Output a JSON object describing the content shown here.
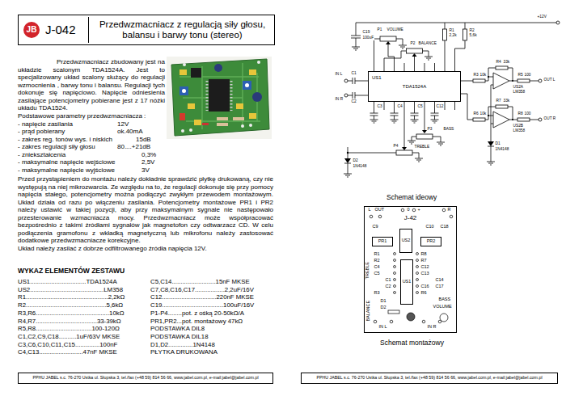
{
  "diagram": {
    "title": "Przedwzmacniacz z regulacją siły głosu, balansu i barwy tonu (stereo)",
    "nodes": [
      {
        "text": [
          "J-042"
        ]
      },
      {
        "text": [
          "JB"
        ],
        "in": 0
      },
      {
        "text": [
          "PPHU JABEL s.c. 76-270 Ustka ul. Słupska 3, tel./fax (+48 59) 814 56 66, www.jabel.com.pl, e-mail:jabel@jabel.com.pl"
        ]
      },
      {
        "text": [
          "US1",
          "TDA1524A"
        ]
      },
      {
        "text": [
          "J-42"
        ]
      },
      {
        "text": [
          "US2"
        ],
        "in": 4
      },
      {
        "text": [
          "PR1"
        ],
        "in": 4
      },
      {
        "text": [
          "PR2"
        ],
        "in": 4
      },
      {
        "text": [
          "US1"
        ],
        "in": 4
      },
      {
        "text": [
          "PPHU JABEL s.c. 76-270 Ustka ul. Słupska 3, tel./fax (+48 59) 814 56 66, www.jabel.com.pl, e-mail:jabel@jabel.com.pl"
        ]
      }
    ],
    "labels": [
      "Przedwzmacniacz zbudowany jest na układzie scalonym TDA1524A. Jest to specjalizowany układ scalony służący do regulacji wzmocnienia , barwy tonu i balansu. Regulacji tych dokonuje się napięciowo. Napięcie odniesienia zasilające potencjometry pobierane jest z 17 nóżki układu TDA1524.",
      "Podstawowe parametry przedwzmacniacza :",
      "- napięcie zasilania",
      "12V",
      "- prąd pobierany",
      "ok.40mA",
      "- zakres reg. tonów wys. i niskich",
      "15dB",
      "- zakres regulacji siły głosu",
      "80....+21dB",
      "- zniekształcenia",
      "0,3%",
      "- maksymalne napięcie wejściowe",
      "2,5V",
      "- maksymalne napięcie wyjściowe",
      "3V",
      "Przed przystąpieniem do montażu należy dokładnie sprawdzić płytkę drukowaną, czy nie występują na niej mikrozwarcia. Ze względu na to, że regulacji dokonuje się przy pomocy napięcia stałego, potencjometry można podłączyć zwykłym przewodem montażowym. Układ działa od razu po włączeniu zasilania. Potencjometry montażowe PR1 i PR2 należy ustawić w takiej pozycji, aby przy maksymalnym sygnale nie następowało przesterowanie wzmacniacza mocy. Przedwzmacniacz może współpracować bezpośrednio z takimi źródłami sygnałów jak magnetofon czy odtwarzacz CD. W celu podłączenia gramofonu z wkładką magnetyczną lub mikrofonu należy zastosować dodatkowe przedwzmacniacze korekcyjne.",
      "Układ należy zasilać z dobrze odfiltrowanego źródła napięcia 12V.",
      "WYKAZ ELEMENTÓW ZESTAWU",
      "US1................................TDA1524A",
      "US2..........................................LM358",
      "R1...............................................2,2kΩ",
      "R2..............................................5,6kΩ",
      "R3,R6..........................................10kΩ",
      "R4,R7...................................33-39kΩ",
      "R5,R8................................100-120Ω",
      "C1,C2,C9,C18..........1uF/63V MKSE",
      "C3,C6,C10,C11,C15..............100nF",
      "C4,C13.........................47nF MKSE",
      "C5,C14.........................15nF MKSE",
      "C7,C8,C16,C17.................2,2uF/16V",
      "C12...............................220nF MKSE",
      "C19...................................100uF/16V",
      "P1-P4........pot. z ośką 20-50kΩ/A",
      "PR1,PR2...pot. montażowy 47kΩ",
      "PODSTAWKA DIL8",
      "PODSTAWKA DIL18",
      "D1,D2..............1N4148",
      "PŁYTKA DRUKOWANA",
      "Schemat ideowy",
      "Schemat montażowy",
      "P1",
      "VOLUME",
      "P2",
      "BALANCE",
      "P3",
      "BASS",
      "P4",
      "TREBLE",
      "US2A",
      "LM358",
      "US2B",
      "LM358",
      "OUT L",
      "OUT R",
      "IN L",
      "IN R",
      "+12V",
      "D1",
      "1N4148",
      "D2",
      "1N4148",
      "R1",
      "2,2k",
      "R2",
      "5,6k",
      "R3",
      "10k",
      "R6",
      "10k",
      "R4",
      "33k",
      "R7",
      "33k",
      "R5",
      "100",
      "R8",
      "100",
      "C1",
      "C2",
      "C3",
      "C4",
      "C5",
      "C12",
      "C19",
      "100uF",
      "L",
      "OUT",
      "0",
      "+",
      "R",
      "C9",
      "C10",
      "C18",
      "R8",
      "R7",
      "R1",
      "R2",
      "C12",
      "C13",
      "C4",
      "C5",
      "C14",
      "C16",
      "C17",
      "R3",
      "R6",
      "TREBLE",
      "BALANCE",
      "BASS",
      "VOLUME",
      "D1",
      "D2",
      "IN L",
      "IN R",
      "C1",
      "C2"
    ]
  }
}
